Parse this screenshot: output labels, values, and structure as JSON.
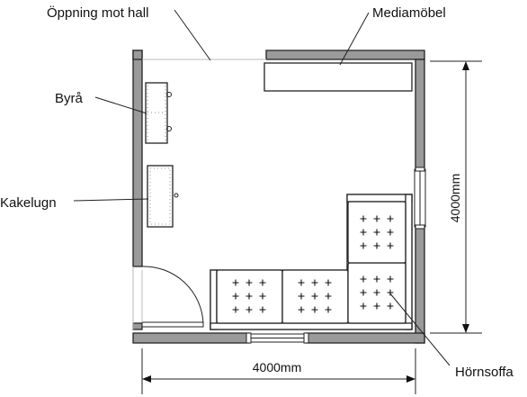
{
  "labels": {
    "opening": "Öppning mot hall",
    "media": "Mediamöbel",
    "dresser": "Byrå",
    "stove": "Kakelugn",
    "sofa": "Hörnsoffa"
  },
  "dimensions": {
    "width": "4000mm",
    "height": "4000mm"
  }
}
